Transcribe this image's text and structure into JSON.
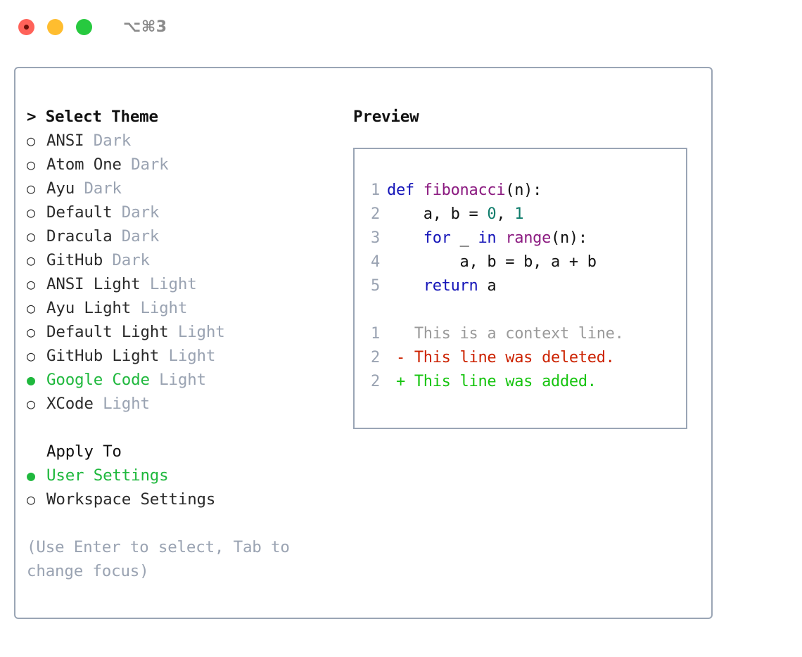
{
  "window": {
    "title": "⌥⌘3",
    "buttons": [
      {
        "name": "close",
        "color": "#ff6259"
      },
      {
        "name": "minimize",
        "color": "#ffbd2f"
      },
      {
        "name": "maximize",
        "color": "#27c93f"
      }
    ]
  },
  "colors": {
    "accent_green": "#1fb83d",
    "muted_gray": "#9aa3b2",
    "border": "#9aa5b5",
    "text": "#2b2b2b",
    "keyword": "#1414b8",
    "function": "#8b1a80",
    "number": "#0e7c6b",
    "diff_add": "#16c40f",
    "diff_del": "#cc2200",
    "diff_ctx": "#9a9a9a"
  },
  "theme_list": {
    "heading_prefix": "> ",
    "heading": "Select Theme",
    "marker_unselected": "○",
    "marker_selected": "●",
    "items": [
      {
        "label": "ANSI",
        "suffix": "Dark",
        "selected": false
      },
      {
        "label": "Atom One",
        "suffix": "Dark",
        "selected": false
      },
      {
        "label": "Ayu",
        "suffix": "Dark",
        "selected": false
      },
      {
        "label": "Default",
        "suffix": "Dark",
        "selected": false
      },
      {
        "label": "Dracula",
        "suffix": "Dark",
        "selected": false
      },
      {
        "label": "GitHub",
        "suffix": "Dark",
        "selected": false
      },
      {
        "label": "ANSI Light",
        "suffix": "Light",
        "selected": false
      },
      {
        "label": "Ayu Light",
        "suffix": "Light",
        "selected": false
      },
      {
        "label": "Default Light",
        "suffix": "Light",
        "selected": false
      },
      {
        "label": "GitHub Light",
        "suffix": "Light",
        "selected": false
      },
      {
        "label": "Google Code",
        "suffix": "Light",
        "selected": true
      },
      {
        "label": "XCode",
        "suffix": "Light",
        "selected": false
      }
    ]
  },
  "apply_to": {
    "heading": "Apply To",
    "items": [
      {
        "label": "User Settings",
        "selected": true
      },
      {
        "label": "Workspace Settings",
        "selected": false
      }
    ]
  },
  "hint": "(Use Enter to select, Tab to change focus)",
  "preview": {
    "title": "Preview",
    "code_lines": [
      {
        "num": "1",
        "tokens": [
          {
            "t": "def ",
            "c": "kw"
          },
          {
            "t": "fibonacci",
            "c": "fn"
          },
          {
            "t": "(n):",
            "c": "pl"
          }
        ]
      },
      {
        "num": "2",
        "tokens": [
          {
            "t": "    a, b = ",
            "c": "pl"
          },
          {
            "t": "0",
            "c": "num"
          },
          {
            "t": ", ",
            "c": "pl"
          },
          {
            "t": "1",
            "c": "num"
          }
        ]
      },
      {
        "num": "3",
        "tokens": [
          {
            "t": "    ",
            "c": "pl"
          },
          {
            "t": "for",
            "c": "kw"
          },
          {
            "t": " _ ",
            "c": "pl"
          },
          {
            "t": "in",
            "c": "kw"
          },
          {
            "t": " ",
            "c": "pl"
          },
          {
            "t": "range",
            "c": "fn"
          },
          {
            "t": "(n):",
            "c": "pl"
          }
        ]
      },
      {
        "num": "4",
        "tokens": [
          {
            "t": "        a, b = b, a + b",
            "c": "pl"
          }
        ]
      },
      {
        "num": "5",
        "tokens": [
          {
            "t": "    ",
            "c": "pl"
          },
          {
            "t": "return",
            "c": "kw"
          },
          {
            "t": " a",
            "c": "pl"
          }
        ]
      },
      {
        "num": "",
        "blank": true,
        "tokens": []
      },
      {
        "num": "1",
        "tokens": [
          {
            "t": "   This is a context line.",
            "c": "ctx"
          }
        ]
      },
      {
        "num": "2",
        "tokens": [
          {
            "t": " - This line was deleted.",
            "c": "del"
          }
        ]
      },
      {
        "num": "2",
        "tokens": [
          {
            "t": " + This line was added.",
            "c": "add"
          }
        ]
      }
    ]
  }
}
